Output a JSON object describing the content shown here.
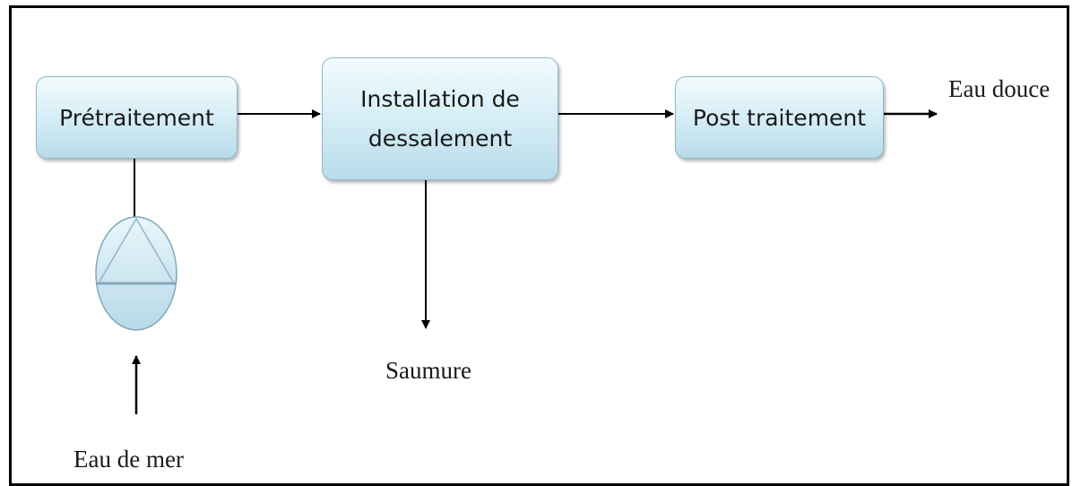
{
  "diagram": {
    "boxes": {
      "pretreatment": "Prétraitement",
      "desalination_line1": "Installation de",
      "desalination_line2": "dessalement",
      "post_treatment": "Post traitement"
    },
    "labels": {
      "fresh_water": "Eau douce",
      "brine": "Saumure",
      "sea_water": "Eau de mer"
    },
    "colors": {
      "box_top": "#f2fbfe",
      "box_bottom": "#b8dcea",
      "box_border": "#8fb7c8",
      "line": "#000000"
    },
    "icons": {
      "pump": "pump-icon"
    }
  }
}
